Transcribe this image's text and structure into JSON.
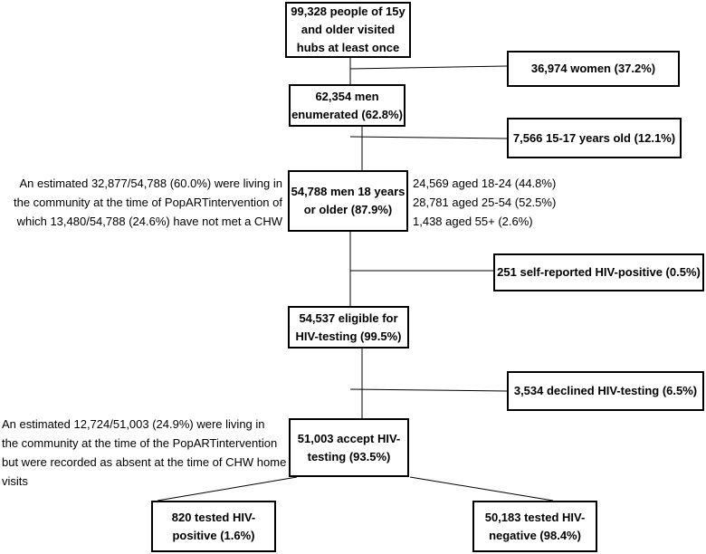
{
  "boxes": {
    "visited": [
      "99,328 people of 15y",
      "and older visited",
      "hubs at least once"
    ],
    "women": [
      "36,974 women (37.2%)"
    ],
    "men_enumerated": [
      "62,354 men",
      "enumerated (62.8%)"
    ],
    "age_15_17": [
      "7,566 15-17 years old (12.1%)"
    ],
    "men_18_older": [
      "54,788 men 18 years",
      "or older (87.9%)"
    ],
    "self_reported": [
      "251 self-reported HIV-positive (0.5%)"
    ],
    "eligible": [
      "54,537 eligible for",
      "HIV-testing (99.5%)"
    ],
    "declined": [
      "3,534 declined HIV-testing (6.5%)"
    ],
    "accept": [
      "51,003 accept HIV-",
      "testing (93.5%)"
    ],
    "tested_positive": [
      "820 tested HIV-",
      "positive (1.6%)"
    ],
    "tested_negative": [
      "50,183 tested HIV-",
      "negative (98.4%)"
    ]
  },
  "notes": {
    "community_left": [
      "An estimated  32,877/54,788  (60.0%) were living in",
      "the community at the time of PopARTintervention of",
      "which 13,480/54,788 (24.6%) have not met a CHW"
    ],
    "age_breakdown": [
      "24,569 aged 18-24 (44.8%)",
      "28,781 aged 25-54 (52.5%)",
      "1,438 aged 55+ (2.6%)"
    ],
    "absent_left": [
      "An estimated  12,724/51,003 (24.9%) were living in",
      "the community at the time of the PopARTintervention",
      "but were recorded as absent at the time of CHW home",
      "visits"
    ]
  }
}
